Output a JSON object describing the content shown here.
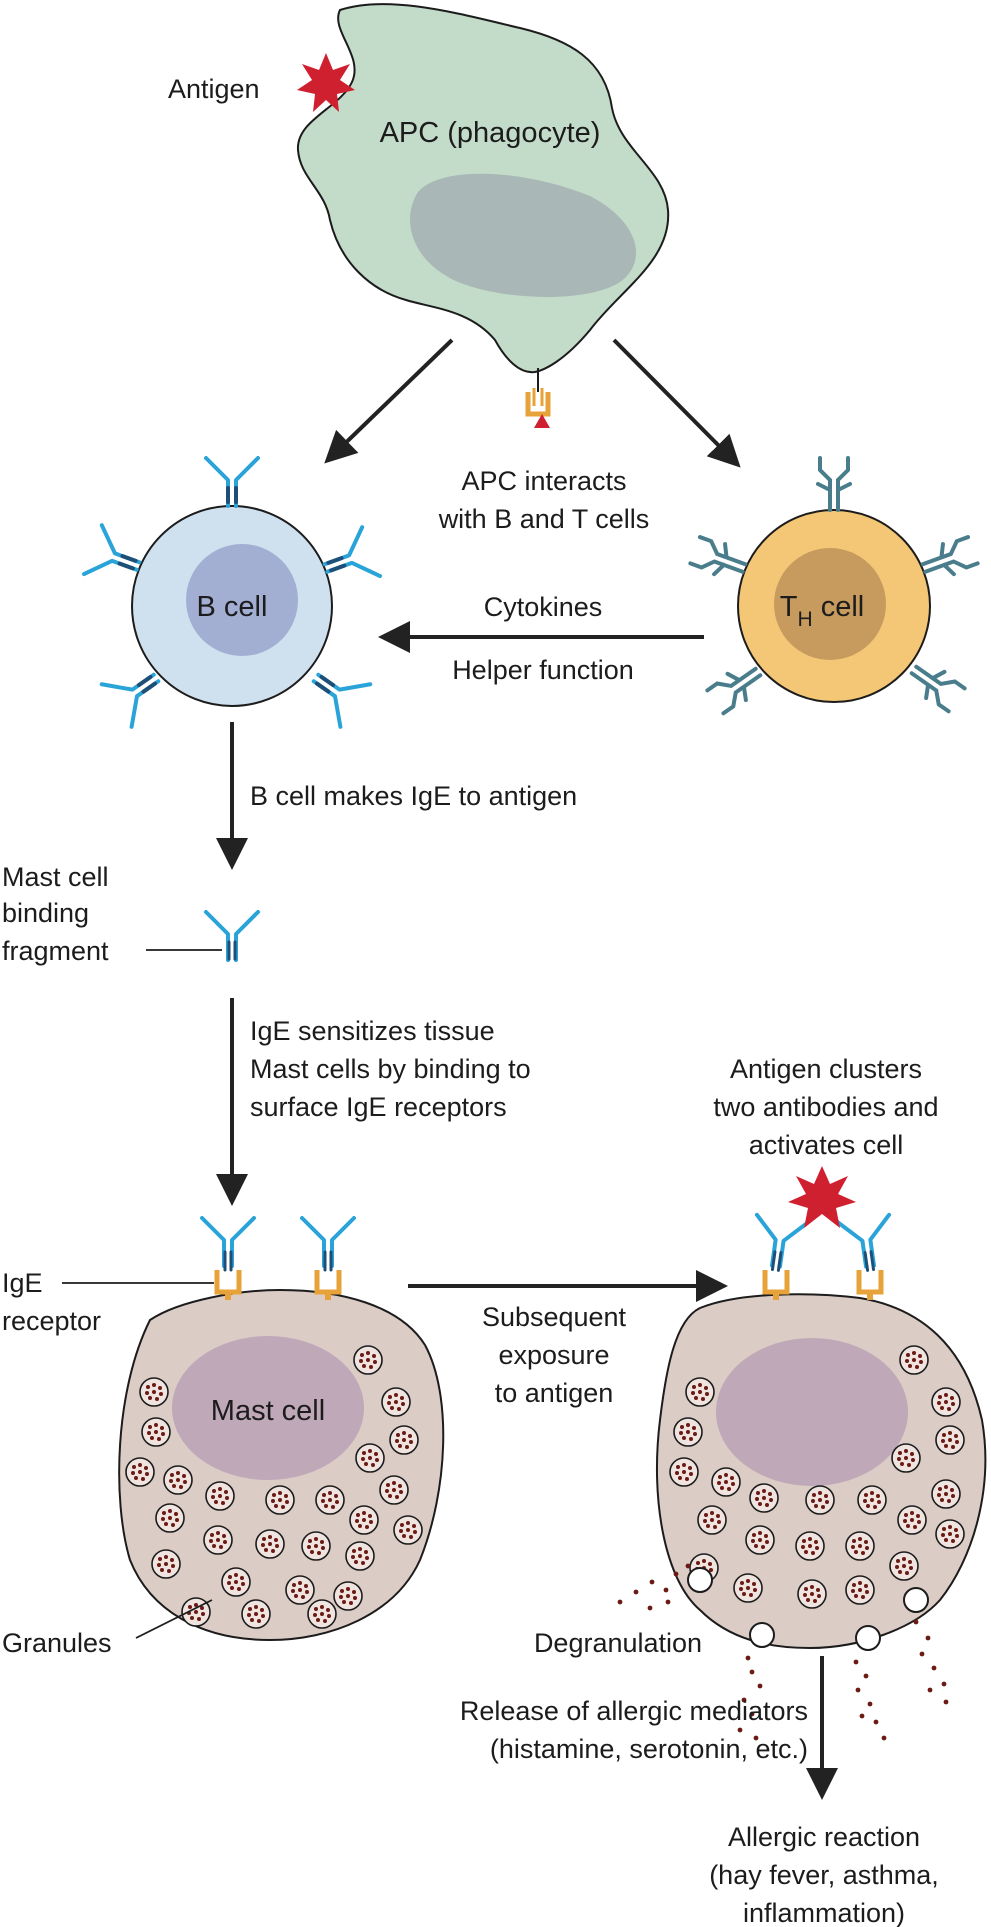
{
  "labels": {
    "antigen": "Antigen",
    "apc": "APC (phagocyte)",
    "apc_interacts_1": "APC interacts",
    "apc_interacts_2": "with B and T cells",
    "b_cell": "B cell",
    "th_main": "T",
    "th_sub": "H",
    "th_tail": " cell",
    "cytokines": "Cytokines",
    "helper_function": "Helper function",
    "b_makes_ige": "B cell makes IgE to antigen",
    "mast_binding_1": "Mast cell",
    "mast_binding_2": "binding",
    "mast_binding_3": "fragment",
    "ige_sensitizes_1": "IgE sensitizes tissue",
    "ige_sensitizes_2": "Mast cells by binding to",
    "ige_sensitizes_3": "surface IgE receptors",
    "antigen_clusters_1": "Antigen clusters",
    "antigen_clusters_2": "two antibodies and",
    "antigen_clusters_3": "activates cell",
    "ige_receptor_1": "IgE",
    "ige_receptor_2": "receptor",
    "mast_cell": "Mast cell",
    "subsequent_1": "Subsequent",
    "subsequent_2": "exposure",
    "subsequent_3": "to antigen",
    "granules": "Granules",
    "degranulation": "Degranulation",
    "release_1": "Release of allergic mediators",
    "release_2": "(histamine, serotonin, etc.)",
    "allergic_1": "Allergic reaction",
    "allergic_2": "(hay fever, asthma,",
    "allergic_3": "inflammation)"
  },
  "colors": {
    "apc_fill": "#c3dbc9",
    "apc_nucleus": "#a9b8b7",
    "b_cell_fill": "#cfe0ee",
    "b_cell_nucleus": "#a3aed3",
    "th_cell_fill": "#f3c776",
    "th_cell_nucleus": "#c79a5e",
    "mast_cell_fill": "#dcccc6",
    "mast_nucleus": "#bfa8b8",
    "antibody_blue": "#2aa4d8",
    "antibody_dark": "#1d4f78",
    "tcr_color": "#4a7d8c",
    "receptor_orange": "#e8a23a",
    "antigen_red": "#cf2030",
    "granule_dot": "#6b1a14"
  },
  "icons": {
    "antigen": "red-star-icon",
    "antibody": "y-shaped-antibody-icon",
    "receptor": "u-shaped-receptor-icon"
  }
}
